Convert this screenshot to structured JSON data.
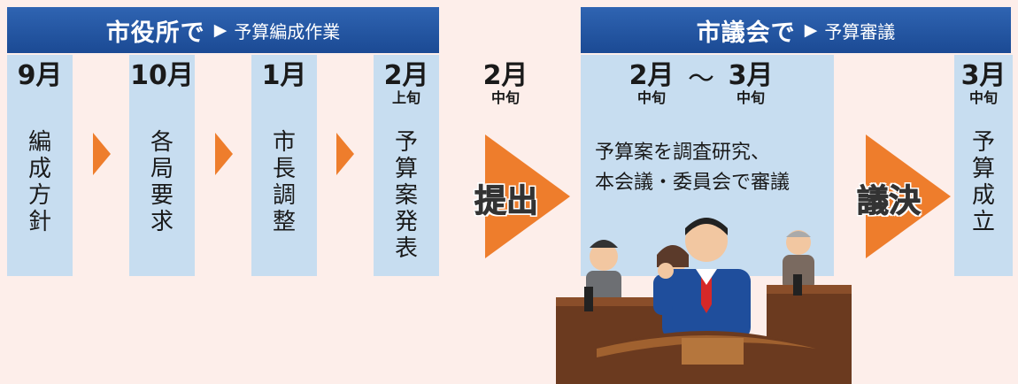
{
  "city_hall": {
    "title": "市役所で",
    "arrow": "▶",
    "subtitle": "予算編成作業"
  },
  "assembly": {
    "title": "市議会で",
    "arrow": "▶",
    "subtitle": "予算審議"
  },
  "steps": [
    {
      "month": "9月",
      "text": "編\n成\n方\n針"
    },
    {
      "month": "10月",
      "text": "各\n局\n要\n求"
    },
    {
      "month": "1月",
      "text": "市\n長\n調\n整"
    },
    {
      "month": "2月",
      "period": "上旬",
      "text": "予\n算\n案\n発\n表"
    }
  ],
  "submission": {
    "month": "2月",
    "period": "中旬",
    "label": "提出"
  },
  "deliberation": {
    "start_month": "2月",
    "start_period": "中旬",
    "tilde": "〜",
    "end_month": "3月",
    "end_period": "中旬",
    "text": "予算案を調査研究、\n本会議・委員会で審議"
  },
  "resolution": {
    "label": "議決"
  },
  "final": {
    "month": "3月",
    "period": "中旬",
    "text": "予\n算\n成\n立"
  },
  "colors": {
    "header": "#1b4a94",
    "column": "#c7ddf0",
    "arrow": "#ee7d2c",
    "background": "#fdeeea"
  }
}
